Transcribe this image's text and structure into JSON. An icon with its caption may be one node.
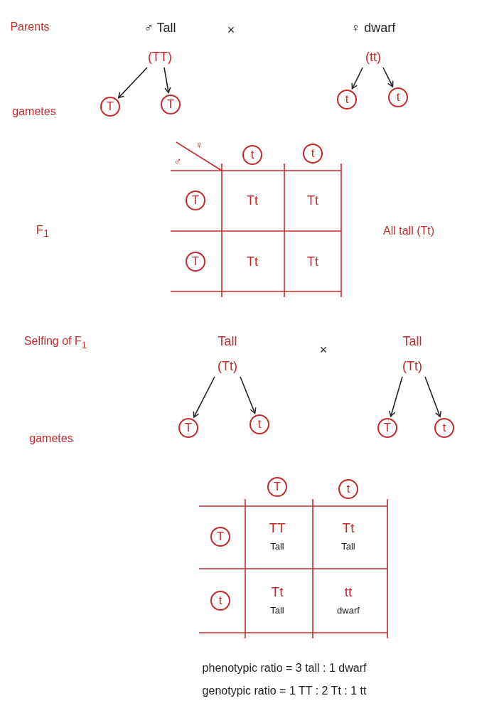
{
  "diagram": {
    "nodes": [
      {
        "text": [
          "♂ Tall",
          "(TT)"
        ]
      },
      {
        "text": [
          "♀ dwarf",
          "(tt)"
        ]
      },
      {
        "text": [
          "T"
        ]
      },
      {
        "text": [
          "T"
        ]
      },
      {
        "text": [
          "t"
        ]
      },
      {
        "text": [
          "t"
        ]
      },
      {
        "text": [
          "Tall",
          "(Tt)"
        ]
      },
      {
        "text": [
          "Tall",
          "(Tt)"
        ]
      },
      {
        "text": [
          "T"
        ]
      },
      {
        "text": [
          "t"
        ]
      },
      {
        "text": [
          "T"
        ]
      },
      {
        "text": [
          "t"
        ]
      },
      {
        "text": [
          "t"
        ]
      },
      {
        "text": [
          "t"
        ]
      },
      {
        "text": [
          "T"
        ]
      },
      {
        "text": [
          "T"
        ]
      },
      {
        "text": [
          "T"
        ]
      },
      {
        "text": [
          "t"
        ]
      },
      {
        "text": [
          "T"
        ]
      },
      {
        "text": [
          "t"
        ]
      }
    ],
    "edges": [
      {
        "from": 0,
        "to": 2,
        "arrow": "to"
      },
      {
        "from": 0,
        "to": 3,
        "arrow": "to"
      },
      {
        "from": 1,
        "to": 4,
        "arrow": "to"
      },
      {
        "from": 1,
        "to": 5,
        "arrow": "to"
      },
      {
        "from": 6,
        "to": 8,
        "arrow": "to"
      },
      {
        "from": 6,
        "to": 9,
        "arrow": "to"
      },
      {
        "from": 7,
        "to": 10,
        "arrow": "to"
      },
      {
        "from": 7,
        "to": 11,
        "arrow": "to"
      }
    ],
    "labels": [
      "Parents",
      "×",
      "gametes",
      "♂",
      "♀",
      "Tt",
      "Tt",
      "F$_{1}$",
      "All tall (Tt)",
      "Tt",
      "Tt",
      "Selfing of F$_{1}$",
      "×",
      "gametes",
      "TT",
      "Tall",
      "Tt",
      "Tall",
      "Tt",
      "Tall",
      "tt",
      "dwarf",
      "phenotypic ratio = 3 tall : 1 dwarf",
      "genotypic ratio = 1 TT : 2 Tt : 1 tt"
    ]
  }
}
